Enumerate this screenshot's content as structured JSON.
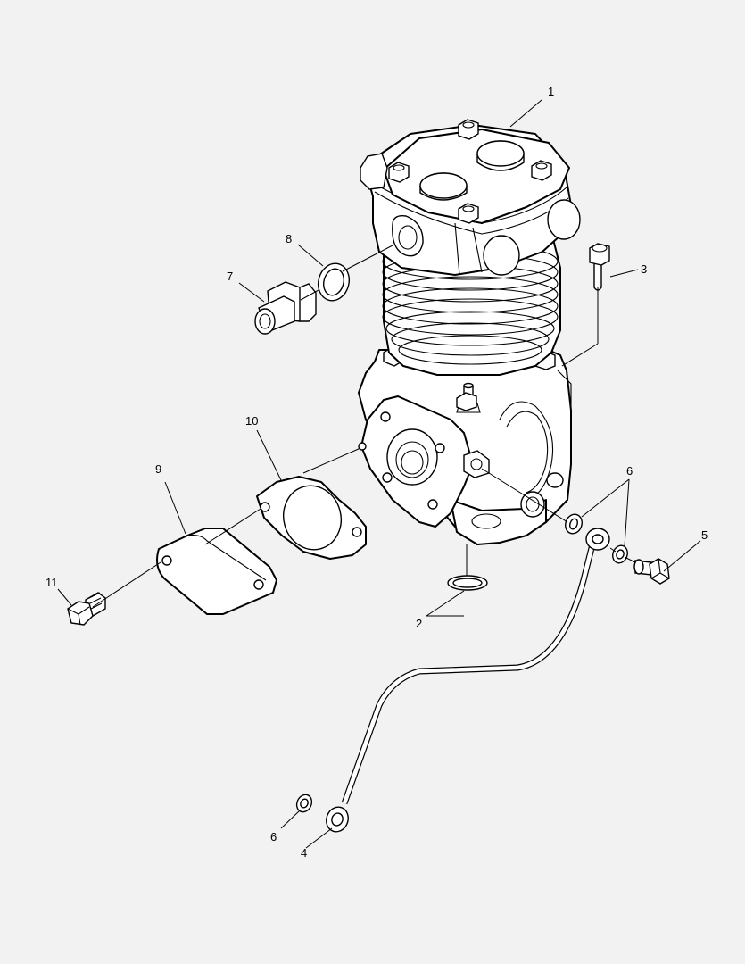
{
  "colors": {
    "background": "#f2f2f2",
    "line": "#000000",
    "part_fill": "#ffffff"
  },
  "callouts": [
    {
      "id": "1",
      "label": "1"
    },
    {
      "id": "2",
      "label": "2"
    },
    {
      "id": "3",
      "label": "3"
    },
    {
      "id": "4",
      "label": "4"
    },
    {
      "id": "5",
      "label": "5"
    },
    {
      "id": "6a",
      "label": "6"
    },
    {
      "id": "6b",
      "label": "6"
    },
    {
      "id": "7",
      "label": "7"
    },
    {
      "id": "8",
      "label": "8"
    },
    {
      "id": "9",
      "label": "9"
    },
    {
      "id": "10",
      "label": "10"
    },
    {
      "id": "11",
      "label": "11"
    }
  ]
}
